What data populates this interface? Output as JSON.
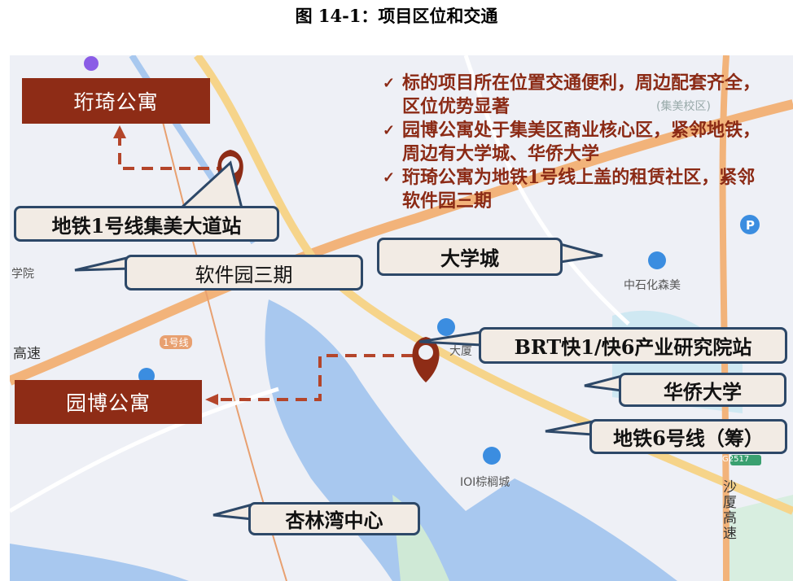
{
  "figure": {
    "title": "图 14-1：项目区位和交通"
  },
  "colors": {
    "accent": "#8e2c16",
    "callout_border": "#2d4868",
    "callout_fill": "#f2ebe4",
    "water": "#a8c8ef",
    "road": "#f2b37a"
  },
  "properties": {
    "property_1": "珩琦公寓",
    "property_2": "园博公寓"
  },
  "callouts": {
    "metro_station": "地铁1号线集美大道站",
    "software_park": "软件园三期",
    "university_town": "大学城",
    "brt_station": "BRT快1/快6产业研究院站",
    "huaqiao_university": "华侨大学",
    "metro_line_6": "地铁6号线（筹）",
    "xinglin_bay": "杏林湾中心"
  },
  "notes": [
    "标的项目所在位置交通便利，周边配套齐全，区位优势显著",
    "园博公寓处于集美区商业核心区，紧邻地铁，周边有大学城、华侨大学",
    "珩琦公寓为地铁1号线上盖的租赁社区，紧邻软件园三期"
  ],
  "map_labels": {
    "college": "学院",
    "expressway": "高速",
    "line1": "1号线",
    "gas_station": "中石化森美",
    "ioi": "IOI棕榈城",
    "highway_code": "G2517",
    "shaxia": "沙厦高速",
    "jimei_campus": "(集美校区)",
    "building": "大厦"
  }
}
